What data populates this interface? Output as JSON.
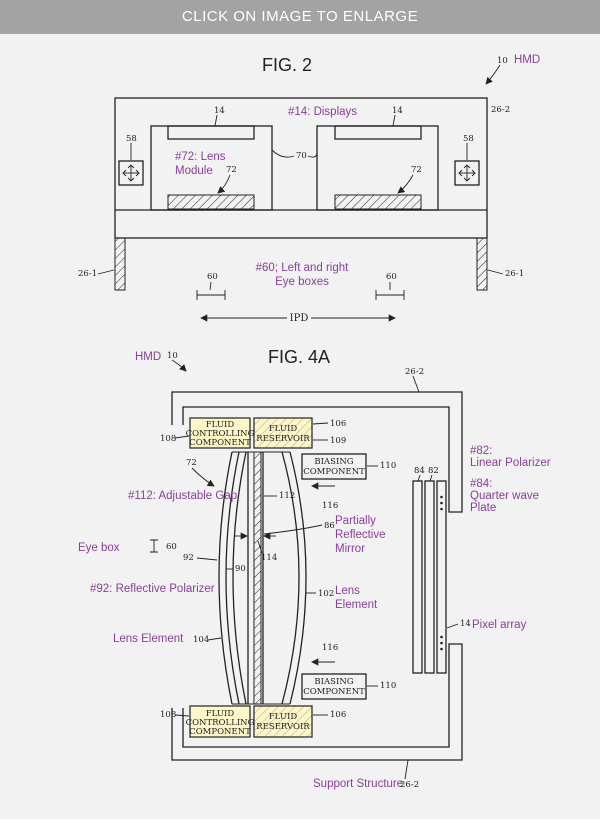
{
  "header": {
    "enlarge_label": "CLICK ON IMAGE TO ENLARGE"
  },
  "fig2": {
    "title": "FIG. 2",
    "hmd_ref": "10",
    "hmd_label": "HMD",
    "ref_26_2": "26-2",
    "ref_26_1_left": "26-1",
    "ref_26_1_right": "26-1",
    "ref_14_left": "14",
    "ref_14_right": "14",
    "ref_58_left": "58",
    "ref_58_right": "58",
    "ref_70": "70",
    "ref_72_left": "72",
    "ref_72_right": "72",
    "ref_60_left": "60",
    "ref_60_right": "60",
    "ipd_label": "IPD",
    "displays_label": "#14: Displays",
    "lens_module_line1": "#72: Lens",
    "lens_module_line2": "Module",
    "eye_boxes_line1": "#60; Left and right",
    "eye_boxes_line2": "Eye boxes"
  },
  "fig4a": {
    "title": "FIG. 4A",
    "hmd_label": "HMD",
    "hmd_ref": "10",
    "ref_26_2_top": "26-2",
    "fluid_ctrl_top_line1": "FLUID",
    "fluid_ctrl_top_line2": "CONTROLLING",
    "fluid_ctrl_top_line3": "COMPONENT",
    "fluid_res_top_line1": "FLUID",
    "fluid_res_top_line2": "RESERVOIR",
    "ref_108_top": "108",
    "ref_106_top": "106",
    "ref_109": "109",
    "biasing_top_line1": "BIASING",
    "biasing_top_line2": "COMPONENT",
    "ref_110_top": "110",
    "ref_72": "72",
    "ref_112": "112",
    "ref_116_top": "116",
    "ref_86": "86",
    "ref_114": "114",
    "ref_92": "92",
    "ref_90": "90",
    "ref_102": "102",
    "ref_104": "104",
    "ref_60": "60",
    "ref_84": "84",
    "ref_82": "82",
    "ref_14": "14",
    "ref_116_bottom": "116",
    "biasing_bottom_line1": "BIASING",
    "biasing_bottom_line2": "COMPONENT",
    "ref_110_bottom": "110",
    "fluid_ctrl_bottom_line1": "FLUID",
    "fluid_ctrl_bottom_line2": "CONTROLLING",
    "fluid_ctrl_bottom_line3": "COMPONENT",
    "fluid_res_bottom_line1": "FLUID",
    "fluid_res_bottom_line2": "RESERVOIR",
    "ref_108_bottom": "108",
    "ref_106_bottom": "106",
    "ref_26_2_bottom": "26-2",
    "linear_polarizer_line1": "#82:",
    "linear_polarizer_line2": "Linear Polarizer",
    "quarter_wave_line1": "#84:",
    "quarter_wave_line2": "Quarter wave",
    "quarter_wave_line3": "Plate",
    "adjustable_gap": "#112: Adjustable Gap",
    "partial_mirror_line1": "Partially",
    "partial_mirror_line2": "Reflective",
    "partial_mirror_line3": "Mirror",
    "eye_box": "Eye box",
    "reflective_polarizer": "#92: Reflective Polarizer",
    "lens_element_right_line1": "Lens",
    "lens_element_right_line2": "Element",
    "lens_element_left": "Lens Element",
    "pixel_array": "Pixel array",
    "support_structure": "Support Structure"
  }
}
